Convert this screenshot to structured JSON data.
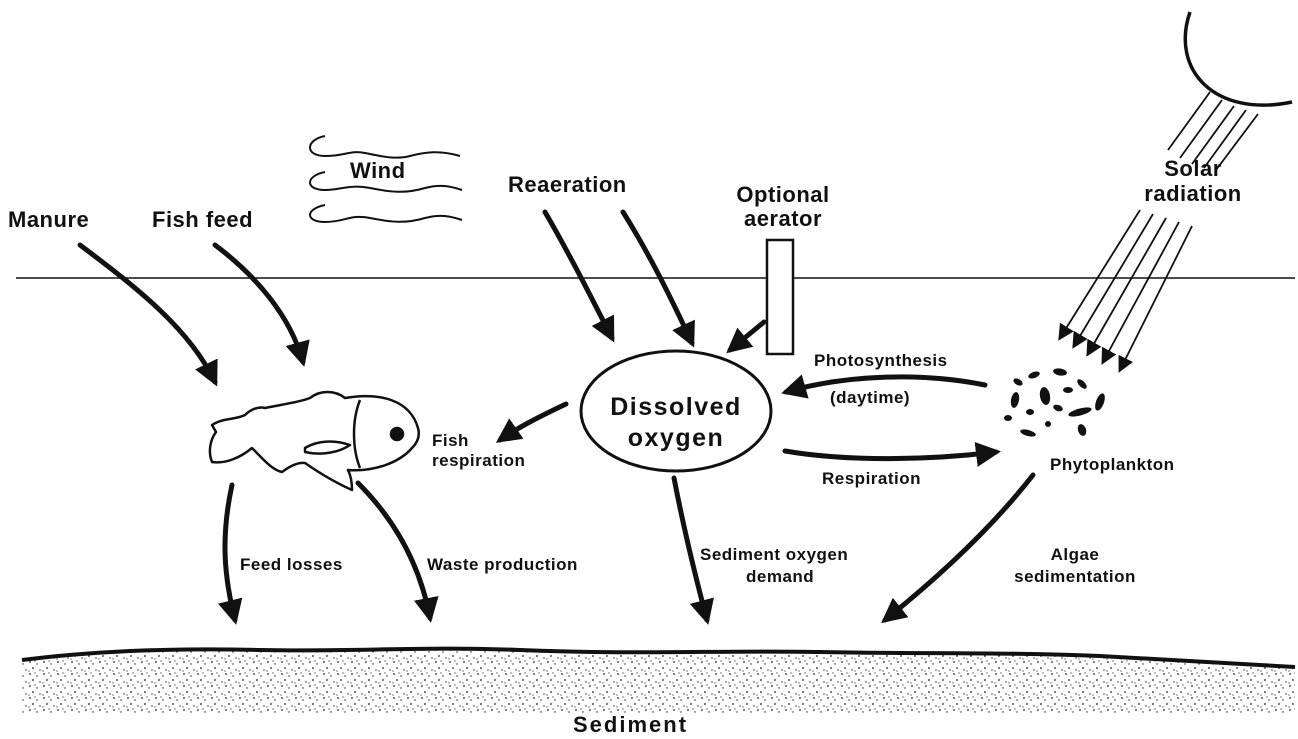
{
  "labels": {
    "manure": "Manure",
    "fish_feed": "Fish feed",
    "wind": "Wind",
    "reaeration": "Reaeration",
    "optional_aerator_1": "Optional",
    "optional_aerator_2": "aerator",
    "solar_1": "Solar",
    "solar_2": "radiation",
    "dissolved_1": "Dissolved",
    "dissolved_2": "oxygen",
    "photosynthesis": "Photosynthesis",
    "daytime": "(daytime)",
    "fish_resp_1": "Fish",
    "fish_resp_2": "respiration",
    "respiration": "Respiration",
    "phytoplankton": "Phytoplankton",
    "feed_losses": "Feed losses",
    "waste_production": "Waste production",
    "sod_1": "Sediment oxygen",
    "sod_2": "demand",
    "algae_1": "Algae",
    "algae_2": "sedimentation",
    "sediment": "Sediment"
  },
  "icons": [
    "sun-icon",
    "wind-icon",
    "fish-icon",
    "phytoplankton-icon",
    "aerator-icon"
  ],
  "colors": {
    "ink": "#111111",
    "background": "#ffffff"
  }
}
